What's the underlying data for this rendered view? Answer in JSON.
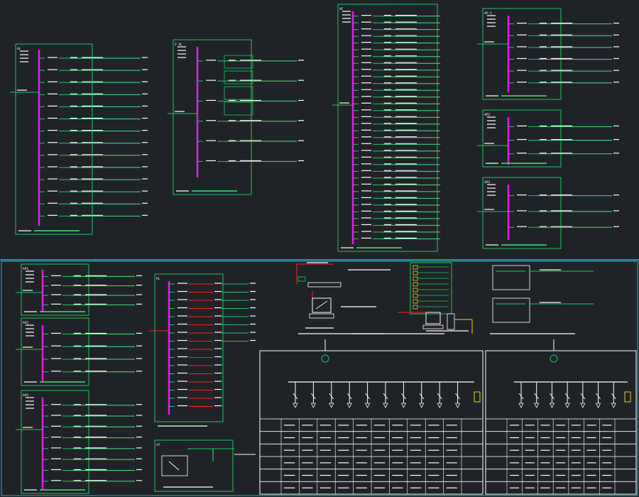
{
  "colors": {
    "background": "#1f2328",
    "frame": "#22c55e",
    "busbar": "#e11de3",
    "circuit": "#22c55e",
    "feeder": "#4ade80",
    "cyan_divider": "#22b8c4",
    "red_wire": "#ff2020",
    "yellow_wire": "#e6d11a",
    "text": "#ffffff"
  },
  "panels": [
    {
      "id": "AL",
      "label": "AL",
      "circuits": 14
    },
    {
      "id": "ZAL",
      "label": "Z AL",
      "circuits": 6
    },
    {
      "id": "AC",
      "label": "AC",
      "circuits": 34
    },
    {
      "id": "APE1",
      "label": "AP-1",
      "circuits": 6
    },
    {
      "id": "APE2",
      "label": "AP2",
      "circuits": 3
    },
    {
      "id": "APE3",
      "label": "AP3",
      "circuits": 3
    },
    {
      "id": "AP1b",
      "label": "AP1",
      "circuits": 4
    },
    {
      "id": "AP2b",
      "label": "AP2",
      "circuits": 4
    },
    {
      "id": "AP3b",
      "label": "AP3",
      "circuits": 8
    },
    {
      "id": "PL",
      "label": "PL",
      "circuits": 16
    },
    {
      "id": "AT",
      "label": "AT",
      "circuits": 2
    }
  ],
  "lower_left_labels": {
    "ap1": "AP1",
    "ap2": "AP2",
    "ap3": "AP3",
    "pl": "PL",
    "at": "AT"
  }
}
